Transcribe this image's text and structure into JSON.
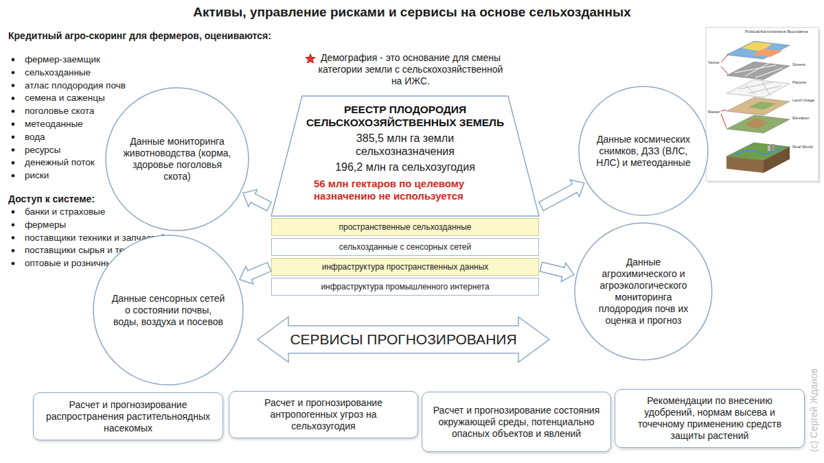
{
  "diagram": {
    "title": "Активы, управление рисками и сервисы на основе сельхозданных",
    "nodes": [
      {
        "text": [
          "РЕЕСТР ПЛОДОРОДИЯ СЕЛЬСКОХОЗЯЙСТВЕННЫХ ЗЕМЕЛЬ",
          "385,5 млн га земли сельхозназначения",
          "196,2 млн га сельхозугодия",
          "56 млн гектаров по целевому назначению не используется"
        ]
      },
      {
        "text": [
          "пространственные сельхозданные"
        ]
      },
      {
        "text": [
          "сельхозданные с сенсорных сетей"
        ]
      },
      {
        "text": [
          "инфраструктура пространственных данных"
        ]
      },
      {
        "text": [
          "инфраструктура промышленного интернета"
        ]
      },
      {
        "text": [
          "Данные мониторинга животноводства (корма, здоровье поголовья скота)"
        ]
      },
      {
        "text": [
          "Данные космических снимков, ДЗЗ (ВЛС, НЛС) и метеоданные"
        ]
      },
      {
        "text": [
          "Данные сенсорных сетей о состоянии почвы, воды, воздуха и посевов"
        ]
      },
      {
        "text": [
          "Данные агрохимического и агроэкологического мониторинга плодородия почв их оценка и прогноз"
        ]
      },
      {
        "text": [
          "СЕРВИСЫ ПРОГНОЗИРОВАНИЯ"
        ]
      },
      {
        "text": [
          "Расчет и прогнозирование распространения растительноядных насекомых"
        ]
      },
      {
        "text": [
          "Расчет и прогнозирование антропогенных угроз на сельхозугодия"
        ]
      },
      {
        "text": [
          "Расчет и прогнозирование состояния окружающей среды, потенциально опасных объектов и явлений"
        ]
      },
      {
        "text": [
          "Рекомендации по внесению удобрений, нормам высева и точечному применению средств защиты растений"
        ]
      }
    ],
    "edges": [
      {
        "from": 0,
        "to": 5,
        "arrow": "to"
      },
      {
        "from": 0,
        "to": 6,
        "arrow": "to"
      },
      {
        "from": 3,
        "to": 7,
        "arrow": "to"
      },
      {
        "from": 3,
        "to": 8,
        "arrow": "to"
      }
    ],
    "labels": [
      "Кредитный агро-скоринг для фермеров, оцениваются:",
      "фермер-заемщик",
      "сельхозданные",
      "атлас плодородия почв",
      "семена и саженцы",
      "поголовье скота",
      "метеоданные",
      "вода",
      "ресурсы",
      "денежный поток",
      "риски",
      "Доступ к системе:",
      "банки и страховые",
      "фермеры",
      "поставщики техники и запчастей",
      "поставщики сырья и технологий",
      "оптовые и розничные торговцы",
      "Демография - это основание для смены категории земли с сельскохозяйственной на ИЖС.",
      "Vector",
      "Raster",
      "Political/Administrative Boundaries",
      "Streets",
      "Parcels",
      "Land Usage",
      "Elevation",
      "Real World",
      "(c) Сергей Жданов"
    ]
  }
}
